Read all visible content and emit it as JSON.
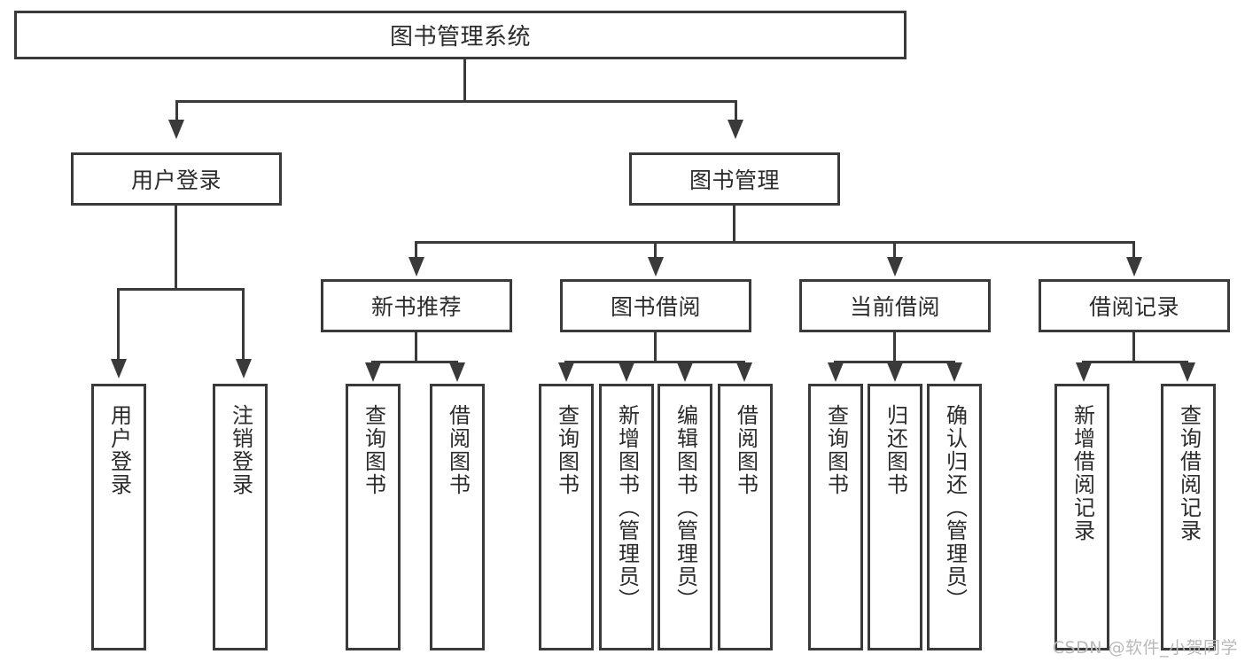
{
  "diagram": {
    "type": "tree-hierarchy",
    "title": "图书管理系统",
    "root": {
      "label": "图书管理系统"
    },
    "level2": [
      {
        "label": "用户登录"
      },
      {
        "label": "图书管理"
      }
    ],
    "level3": [
      {
        "label": "新书推荐"
      },
      {
        "label": "图书借阅"
      },
      {
        "label": "当前借阅"
      },
      {
        "label": "借阅记录"
      }
    ],
    "leaves": {
      "user_login": [
        {
          "label": "用户登录"
        },
        {
          "label": "注销登录"
        }
      ],
      "new_book_recommend": [
        {
          "label": "查询图书"
        },
        {
          "label": "借阅图书"
        }
      ],
      "book_borrow": [
        {
          "label": "查询图书"
        },
        {
          "label": "新增图书（管理员）"
        },
        {
          "label": "编辑图书（管理员）"
        },
        {
          "label": "借阅图书"
        }
      ],
      "current_borrow": [
        {
          "label": "查询图书"
        },
        {
          "label": "归还图书"
        },
        {
          "label": "确认归还（管理员）"
        }
      ],
      "borrow_record": [
        {
          "label": "新增借阅记录"
        },
        {
          "label": "查询借阅记录"
        }
      ]
    }
  },
  "watermark": {
    "text": "CSDN @软件_小贺同学"
  },
  "colors": {
    "stroke": "#3a3a3a",
    "text": "#2b2b2b",
    "background": "#ffffff",
    "watermark": "#b9b9b9"
  }
}
